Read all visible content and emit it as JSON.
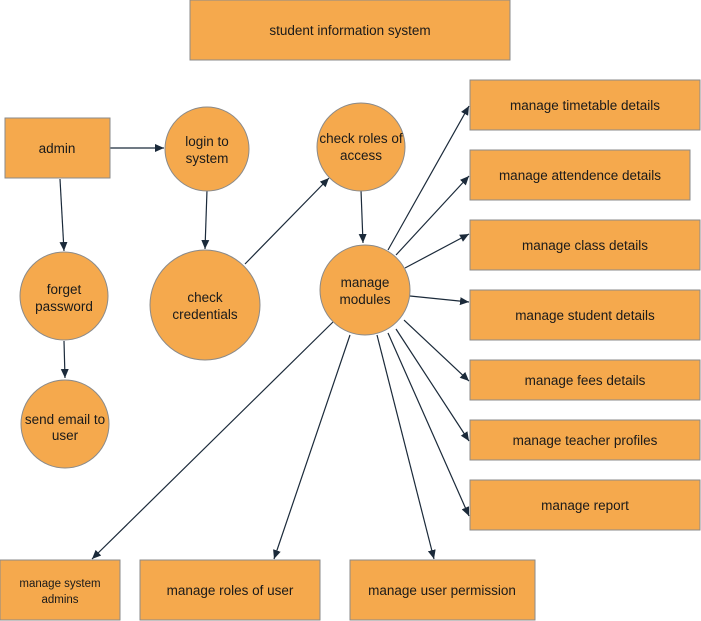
{
  "diagram": {
    "title": "student information system",
    "nodes": {
      "admin": "admin",
      "login": [
        "login to",
        "system"
      ],
      "check_roles": [
        "check roles of",
        "access"
      ],
      "forget_password": [
        "forget",
        "password"
      ],
      "send_email": [
        "send email to",
        "user"
      ],
      "check_credentials": [
        "check",
        "credentials"
      ],
      "manage_modules": [
        "manage",
        "modules"
      ],
      "manage_timetable": "manage timetable details",
      "manage_attendence": "manage attendence details",
      "manage_class": "manage class details",
      "manage_student": "manage student details",
      "manage_fees": "manage fees details",
      "manage_teacher": "manage teacher profiles",
      "manage_report": "manage report",
      "manage_system_admins": [
        "manage system",
        "admins"
      ],
      "manage_roles": "manage roles of user",
      "manage_permission": "manage user permission"
    },
    "colors": {
      "fill": "#f5a94d",
      "stroke": "#8a8a8a",
      "arrow": "#1b2a3a"
    }
  }
}
